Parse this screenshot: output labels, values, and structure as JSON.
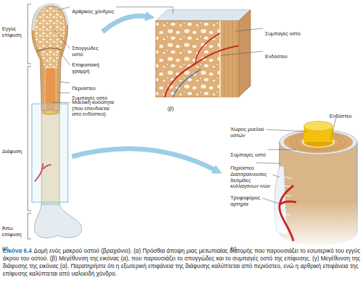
{
  "diagram": {
    "caption": "Δομή ενός μακρού οστού (βραχιόνιο). (α) Πρόσθια άποψη μιας μετωπιαίας διατομής που παρουσιάζει το εσωτερικό του εγγύς άκρου του οστού. (β) Μεγέθυνση της εικόνας (α), που παρουσιάζει το σπογγώδες και το συμπαγές οστό της επίφυσης. (γ) Μεγέθυνση της διάφυσης της εικόνας (α). Παρατηρήστε ότι η εξωτερική επιφάνεια της διάφυσης καλύπτεται από περιόστεο, ενώ η αρθρική επιφάνεια της επίφυσης καλύπτεται από υαλοειδή χόνδρο.",
    "labels": [
      "Αρθρικός χόνδρος",
      "Εγγύς επίφυση",
      "Σπογγώδες οστό",
      "Επιφυσιακή γραμμή",
      "Περιόστεο",
      "Συμπαγές οστό",
      "Μυελική κοιλότητα (που επενδύεται από ενδόστεο)",
      "Διάφυση",
      "Άπω επίφυση",
      "(α)",
      "Συμπαγές οστό",
      "Ενδόστεο",
      "(β)",
      "Ενδόστεο",
      "Χώρος μυελού οστών",
      "Συμπαγές οστό",
      "Περιόστεο",
      "Διατιτραίνουσες δεσμίδες κολλαγόνων ινών",
      "Τροφοφόρος αρτηρία",
      "(γ)",
      "Εικόνα 6.4"
    ]
  }
}
